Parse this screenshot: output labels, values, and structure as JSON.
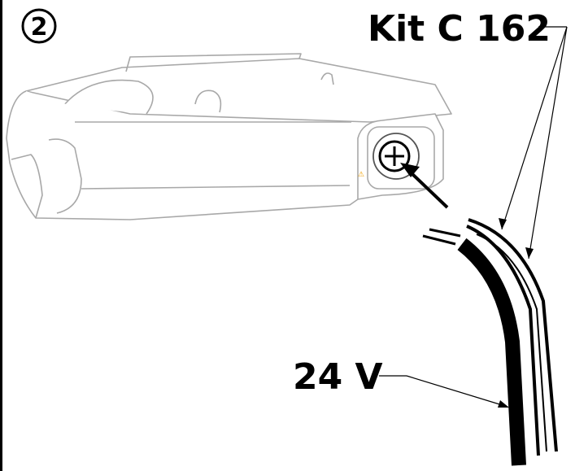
{
  "figure": {
    "step_number": "2",
    "kit_label": "Kit C 162",
    "voltage_label": "24 V",
    "colors": {
      "line": "#000000",
      "outline_light": "#a0a0a0",
      "background": "#ffffff",
      "accent": "#f0a000"
    }
  }
}
